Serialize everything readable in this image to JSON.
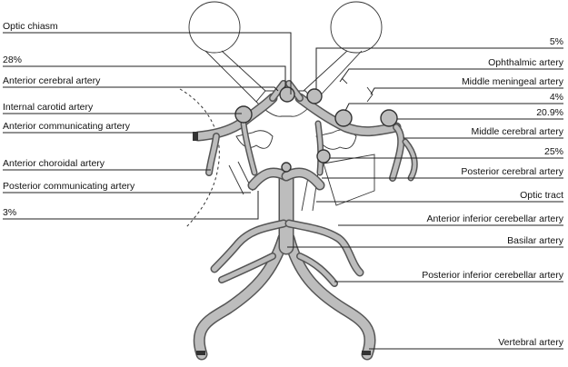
{
  "labels_left": [
    {
      "id": "optic-chiasm",
      "text": "Optic chiasm"
    },
    {
      "id": "pct-28",
      "text": "28%"
    },
    {
      "id": "anterior-cerebral-artery",
      "text": "Anterior cerebral artery"
    },
    {
      "id": "internal-carotid-artery",
      "text": "Internal carotid artery"
    },
    {
      "id": "anterior-communicating-artery",
      "text": "Anterior communicating artery"
    },
    {
      "id": "anterior-choroidal-artery",
      "text": "Anterior choroidal artery"
    },
    {
      "id": "posterior-communicating-artery",
      "text": "Posterior communicating artery"
    },
    {
      "id": "pct-3",
      "text": "3%"
    }
  ],
  "labels_right": [
    {
      "id": "pct-5",
      "text": "5%"
    },
    {
      "id": "ophthalmic-artery",
      "text": "Ophthalmic artery"
    },
    {
      "id": "middle-meningeal-artery",
      "text": "Middle meningeal artery"
    },
    {
      "id": "pct-4",
      "text": "4%"
    },
    {
      "id": "pct-20-9",
      "text": "20.9%"
    },
    {
      "id": "middle-cerebral-artery",
      "text": "Middle cerebral artery"
    },
    {
      "id": "pct-25",
      "text": "25%"
    },
    {
      "id": "posterior-cerebral-artery",
      "text": "Posterior cerebral artery"
    },
    {
      "id": "optic-tract",
      "text": "Optic tract"
    },
    {
      "id": "anterior-inferior-cerebellar-artery",
      "text": "Anterior inferior cerebellar artery"
    },
    {
      "id": "basilar-artery",
      "text": "Basilar artery"
    },
    {
      "id": "posterior-inferior-cerebellar-artery",
      "text": "Posterior inferior cerebellar artery"
    },
    {
      "id": "vertebral-artery",
      "text": "Vertebral artery"
    }
  ]
}
